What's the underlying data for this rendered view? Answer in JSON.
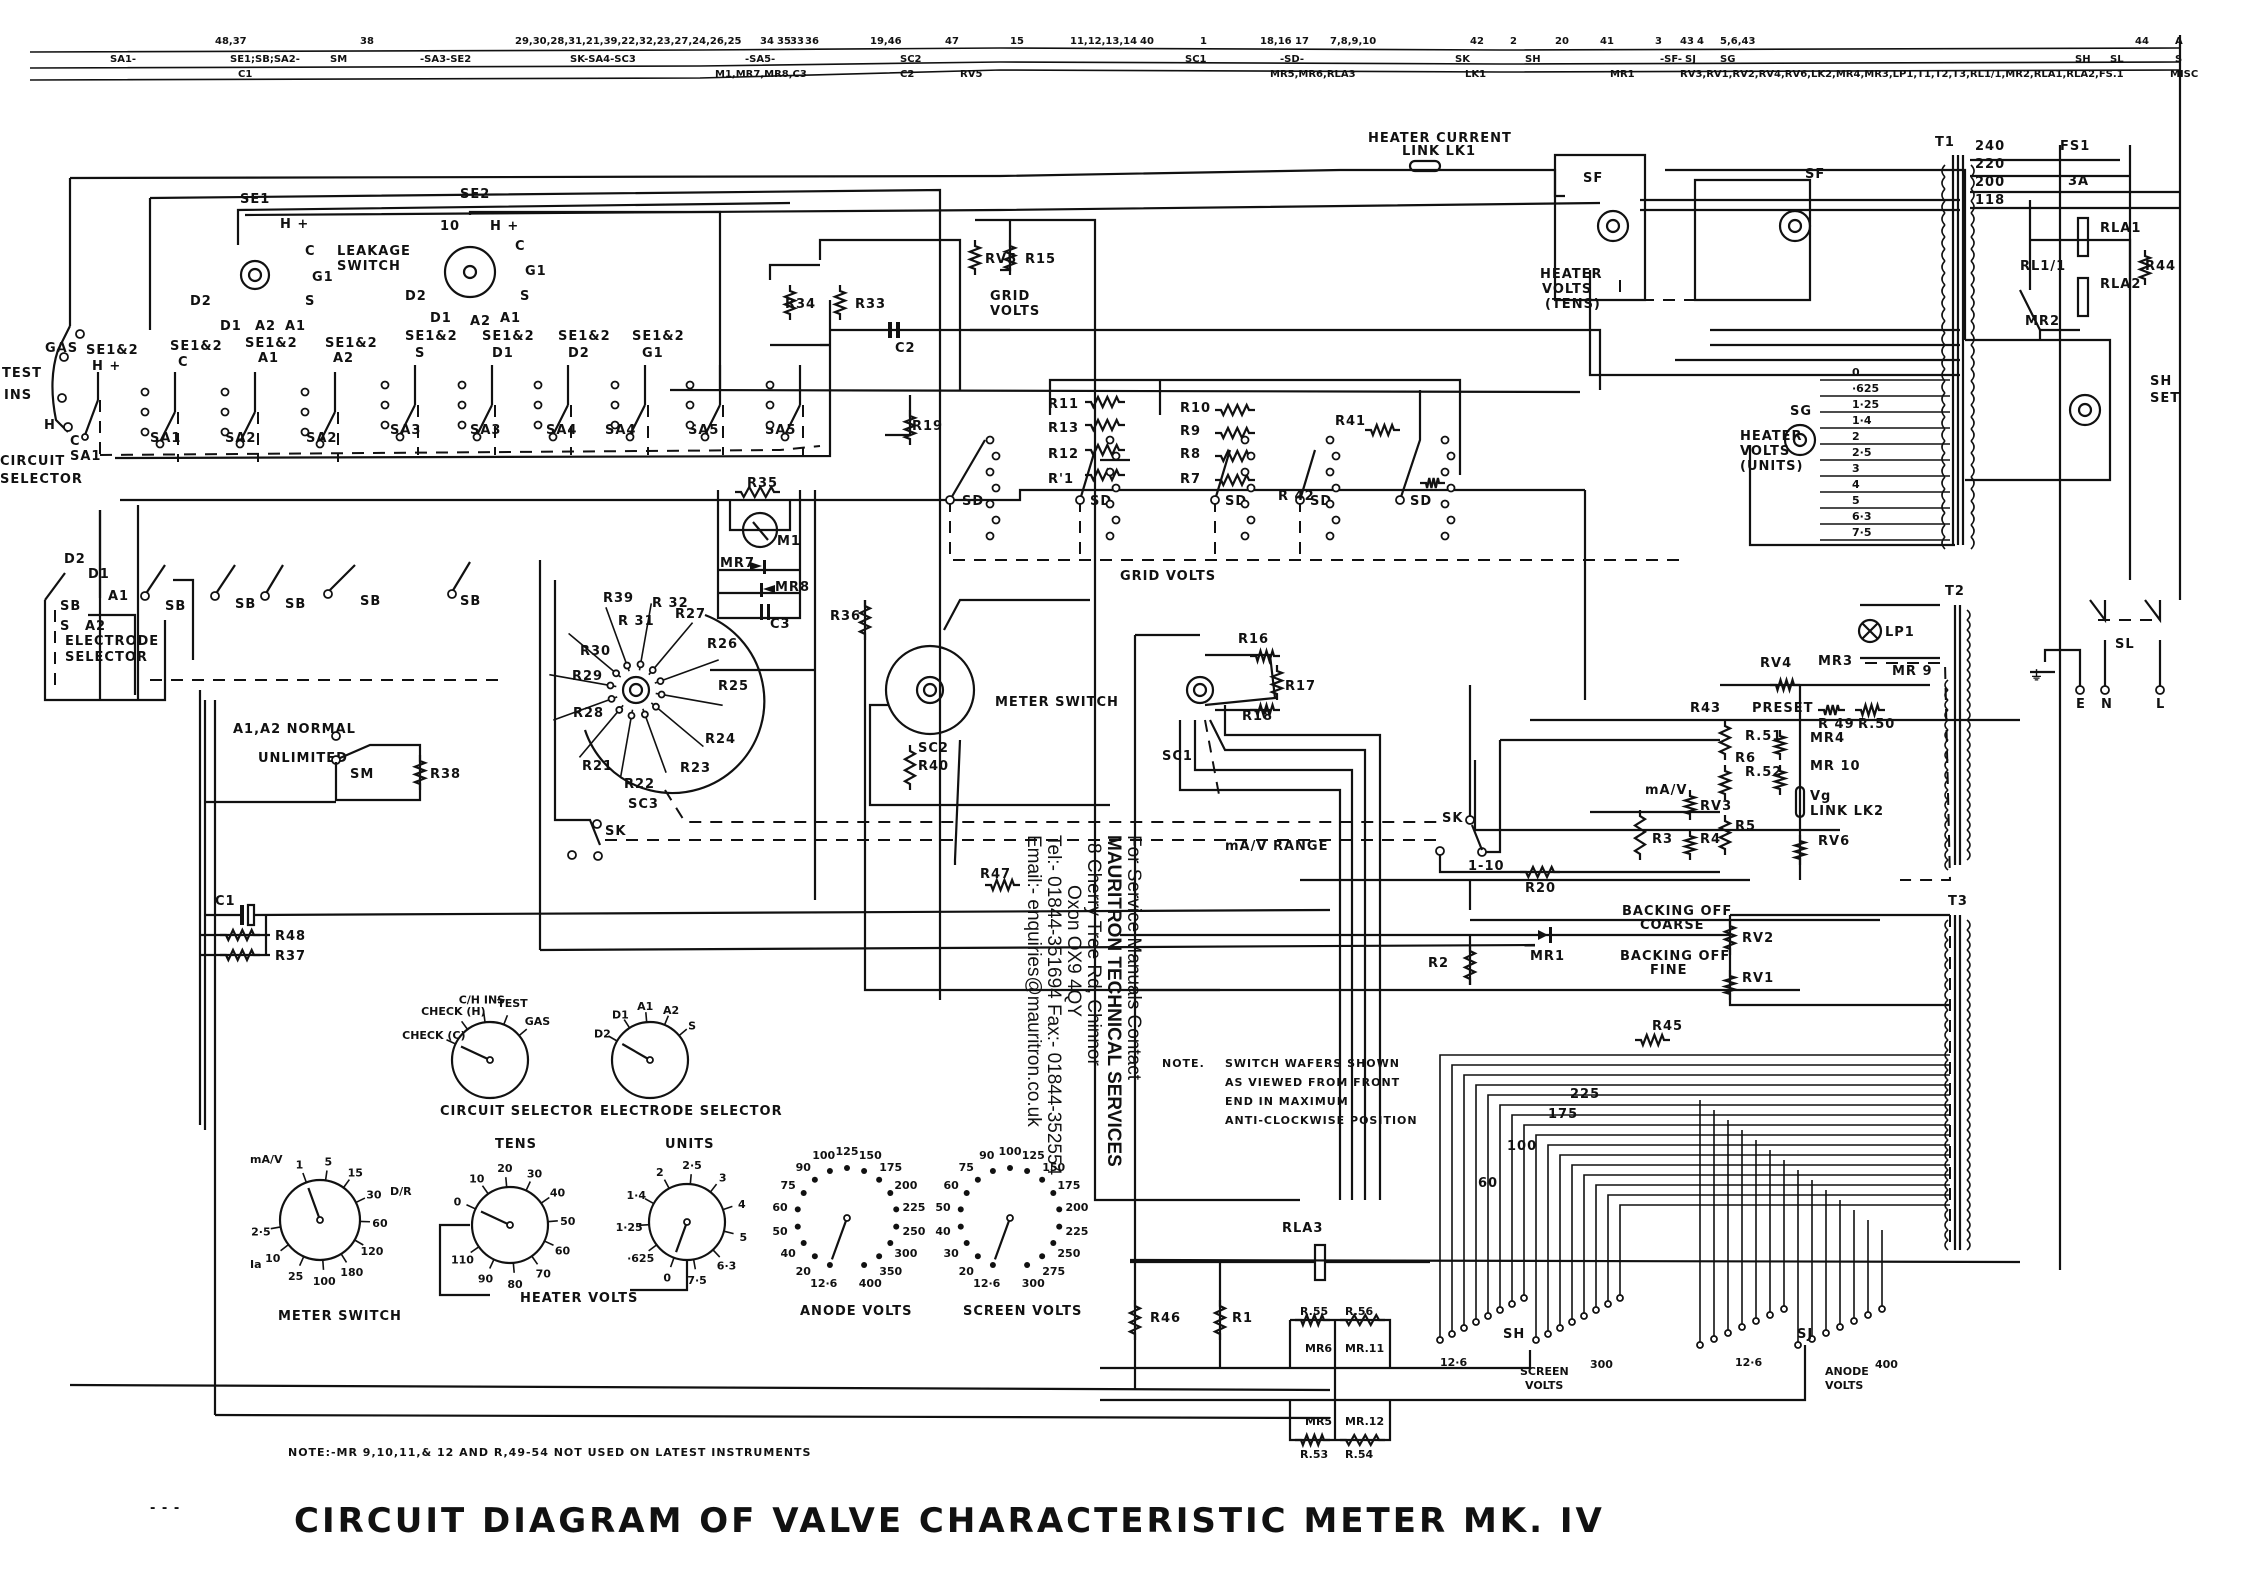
{
  "title": "CIRCUIT DIAGRAM OF VALVE CHARACTERISTIC METER MK. IV",
  "footnote": "NOTE:-MR 9,10,11,& 12 AND R,49-54 NOT USED ON LATEST INSTRUMENTS",
  "note": {
    "label": "NOTE.",
    "lines": [
      "SWITCH WAFERS SHOWN",
      "AS VIEWED FROM FRONT",
      "END IN MAXIMUM",
      "ANTI-CLOCKWISE POSITION"
    ]
  },
  "service_stamp": {
    "lines": [
      "For Service Manuals Contact",
      "MAURITRON TECHNICAL SERVICES",
      "8 Cherry Tree Rd, Chinnor",
      "Oxon OX9 4QY",
      "Tel:- 01844-351694 Fax:- 01844-352554",
      "Email:- enquiries@mauritron.co.uk"
    ]
  },
  "header_index": {
    "top_row": [
      "48,37",
      "38",
      "29,30,28,31,21,39,22,32,23,27,24,26,25",
      "34",
      "35",
      "33",
      "36",
      "19,46",
      "47",
      "15",
      "11,12,13,14",
      "40",
      "1",
      "18,16",
      "17",
      "7,8,9,10",
      "42",
      "2",
      "20",
      "41",
      "3",
      "43",
      "4",
      "5,6,43",
      "44",
      "A"
    ],
    "mid_row": [
      "SA1-",
      "SE1;SB;SA2-",
      "SM",
      "-SA3-SE2",
      "SK-SA4-SC3",
      "-SA5-",
      "SC2",
      "SC1",
      "-SD-",
      "SK",
      "SH",
      "-SF-",
      "SJ",
      "SG",
      "SH",
      "SL",
      "S"
    ],
    "bottom_row": [
      "C1",
      "M1,MR7,MR8,C3",
      "C2",
      "RV5",
      "MR5,MR6,RLA3",
      "LK1",
      "MR1",
      "RV3,RV1,RV2,RV4,RV6,LK2,MR4,MR3,LP1,T1,T2,T3,RL1/1,MR2,RLA1,RLA2,FS.1",
      "MISC"
    ]
  },
  "labels": {
    "se1": "SE1",
    "se2": "SE2",
    "leakage": "LEAKAGE",
    "switch": "SWITCH",
    "h_plus": "H +",
    "c": "C",
    "g1": "G1",
    "s": "S",
    "a1": "A1",
    "a2": "A2",
    "d1": "D1",
    "d2": "D2",
    "ten": "10",
    "gas": "GAS",
    "test": "TEST",
    "ins": "INS",
    "h": "H",
    "se12": "SE1&2",
    "sa1": "SA1",
    "sa2": "SA2",
    "sa3": "SA3",
    "sa4": "SA4",
    "sa5": "SA5",
    "circuit": "CIRCUIT",
    "selector": "SELECTOR",
    "r34": "R34",
    "r33": "R33",
    "c2": "C2",
    "rv5": "RV5",
    "r15": "R15",
    "grid": "GRID",
    "volts": "VOLTS",
    "r19": "R19",
    "r11": "R11",
    "r13": "R13",
    "r12": "R12",
    "r1x": "R'1",
    "r10": "R10",
    "r9": "R9",
    "r8": "R8",
    "r7": "R7",
    "r41": "R41",
    "r42": "R 42",
    "sd": "SD",
    "grid_volts": "GRID VOLTS",
    "heater_current": "HEATER CURRENT",
    "link_lk1": "LINK LK1",
    "sf": "SF",
    "heater": "HEATER",
    "tens": "(TENS)",
    "units": "(UNITS)",
    "sg": "SG",
    "t1": "T1",
    "v240": "240",
    "v220": "220",
    "v200": "200",
    "v118": "118",
    "fs1": "FS1",
    "fs_rating": "3A",
    "rla1": "RLA1",
    "rla2": "RLA2",
    "rl11": "RL1/1",
    "r44": "R44",
    "mr2": "MR2",
    "sh": "SH",
    "set": "SET",
    "heater_taps": [
      "0",
      "·625",
      "1·25",
      "1·4",
      "2",
      "2·5",
      "3",
      "4",
      "5",
      "6·3",
      "7·5"
    ],
    "d1b": "D1",
    "sb": "SB",
    "so": "S",
    "electrode": "ELECTRODE",
    "a1a2_normal": "A1,A2 NORMAL",
    "unlimited": "UNLIMITED",
    "sm": "SM",
    "r38": "R38",
    "c1": "C1",
    "r48": "R48",
    "r37": "R37",
    "r35": "R35",
    "m1": "M1",
    "mr7": "MR7",
    "mr8": "MR8",
    "c3": "C3",
    "r36": "R36",
    "r39": "R39",
    "r31": "R 31",
    "r32": "R 32",
    "r27": "R27",
    "r26": "R26",
    "r30": "R30",
    "r29": "R29",
    "r25": "R25",
    "r28": "R28",
    "r24": "R24",
    "r21": "R21",
    "r22": "R22",
    "r23": "R23",
    "sc3": "SC3",
    "sk": "SK",
    "meter_switch": "METER SWITCH",
    "sc2": "SC2",
    "r40": "R40",
    "r47": "R47",
    "sc1": "SC1",
    "r16": "R16",
    "r17": "R17",
    "r18": "R18",
    "ma_v_range": "mA/V RANGE",
    "sk2": "SK",
    "one_ten": "1-10",
    "r20": "R20",
    "ma_v": "mA/V",
    "r3": "R3",
    "rv3": "RV3",
    "r4": "R4",
    "r5": "R5",
    "r6": "R6",
    "r43": "R43",
    "backing_off_coarse": "BACKING OFF",
    "coarse": "COARSE",
    "backing_off_fine": "BACKING OFF",
    "fine": "FINE",
    "r2": "R2",
    "mr1": "MR1",
    "rv2": "RV2",
    "rv1": "RV1",
    "t2": "T2",
    "t3": "T3",
    "lp1": "LP1",
    "rv4": "RV4",
    "preset": "PRESET",
    "mr3": "MR3",
    "mr9": "MR 9",
    "r49": "R 49",
    "r50": "R.50",
    "r51": "R.51",
    "r52": "R.52",
    "mr4": "MR4",
    "mr10": "MR 10",
    "vg": "Vg",
    "link_lk2": "LINK LK2",
    "rv6": "RV6",
    "sl": "SL",
    "e": "E",
    "n": "N",
    "l": "L",
    "r45": "R45",
    "v225": "225",
    "v175": "175",
    "v100": "100",
    "v60": "60",
    "rla3": "RLA3",
    "r46": "R46",
    "r1": "R1",
    "r55": "R.55",
    "r56": "R.56",
    "mr6": "MR6",
    "mr11": "MR.11",
    "mr5": "MR5",
    "mr12": "MR.12",
    "r53": "R.53",
    "r54": "R.54",
    "sh2": "SH",
    "sj": "SJ",
    "v12_6": "12·6",
    "v300": "300",
    "v400": "400",
    "screen_volts_a": "SCREEN",
    "anode_volts_a": "ANODE",
    "volts2": "VOLTS"
  },
  "dials": {
    "circuit_selector": {
      "label": "CIRCUIT SELECTOR",
      "positions": [
        "CHECK (C)",
        "CHECK (H)",
        "C/H INS",
        "TEST",
        "GAS"
      ],
      "selected": "CHECK (C)"
    },
    "electrode_selector": {
      "label": "ELECTRODE SELECTOR",
      "positions": [
        "D2",
        "D1",
        "A1",
        "A2",
        "S"
      ],
      "selected": "D2"
    },
    "meter_switch": {
      "label": "METER SWITCH",
      "group_ma_v": "mA/V",
      "group_dr": "D/R",
      "group_ia": "Ia",
      "positions": [
        "1",
        "5",
        "15",
        "30",
        "60",
        "120",
        "180",
        "100",
        "25",
        "10",
        "2·5"
      ],
      "selected": "1"
    },
    "heater_volts_tens": {
      "label": "TENS",
      "positions": [
        "0",
        "10",
        "20",
        "30",
        "40",
        "50",
        "60",
        "70",
        "80",
        "90",
        "110"
      ],
      "selected": "0"
    },
    "heater_volts_units": {
      "label": "UNITS",
      "positions": [
        "0",
        "·625",
        "1·25",
        "1·4",
        "2",
        "2·5",
        "3",
        "4",
        "5",
        "6·3",
        "7·5"
      ],
      "selected": "0"
    },
    "heater_volts_caption": "HEATER VOLTS",
    "anode_volts": {
      "label": "ANODE VOLTS",
      "positions": [
        "12·6",
        "20",
        "40",
        "50",
        "60",
        "75",
        "90",
        "100",
        "125",
        "150",
        "175",
        "200",
        "225",
        "250",
        "300",
        "350",
        "400"
      ],
      "selected": "12·6"
    },
    "screen_volts": {
      "label": "SCREEN VOLTS",
      "positions": [
        "12·6",
        "20",
        "30",
        "40",
        "50",
        "60",
        "75",
        "90",
        "100",
        "125",
        "150",
        "175",
        "200",
        "225",
        "250",
        "275",
        "300"
      ],
      "selected": "12·6"
    }
  }
}
